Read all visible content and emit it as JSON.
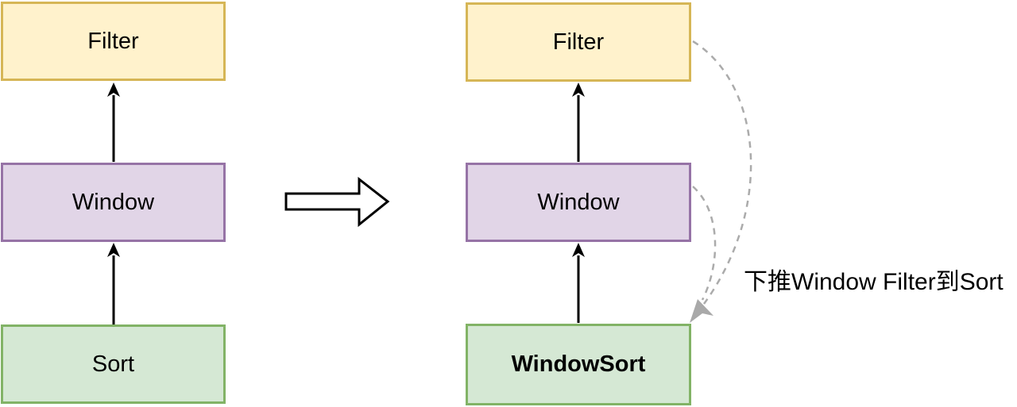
{
  "left_pipeline": {
    "filter_label": "Filter",
    "window_label": "Window",
    "sort_label": "Sort"
  },
  "right_pipeline": {
    "filter_label": "Filter",
    "window_label": "Window",
    "windowsort_label": "WindowSort"
  },
  "annotation": {
    "text": "下推Window Filter到Sort"
  },
  "colors": {
    "filter_fill": "#FFF2CC",
    "filter_border": "#D6B656",
    "window_fill": "#E1D5E7",
    "window_border": "#9673A6",
    "sort_fill": "#D5E8D4",
    "sort_border": "#82B366",
    "solid_arrow": "#000000",
    "dashed_arrow": "#ABABAB",
    "text": "#000000",
    "background": "#FFFFFF"
  }
}
